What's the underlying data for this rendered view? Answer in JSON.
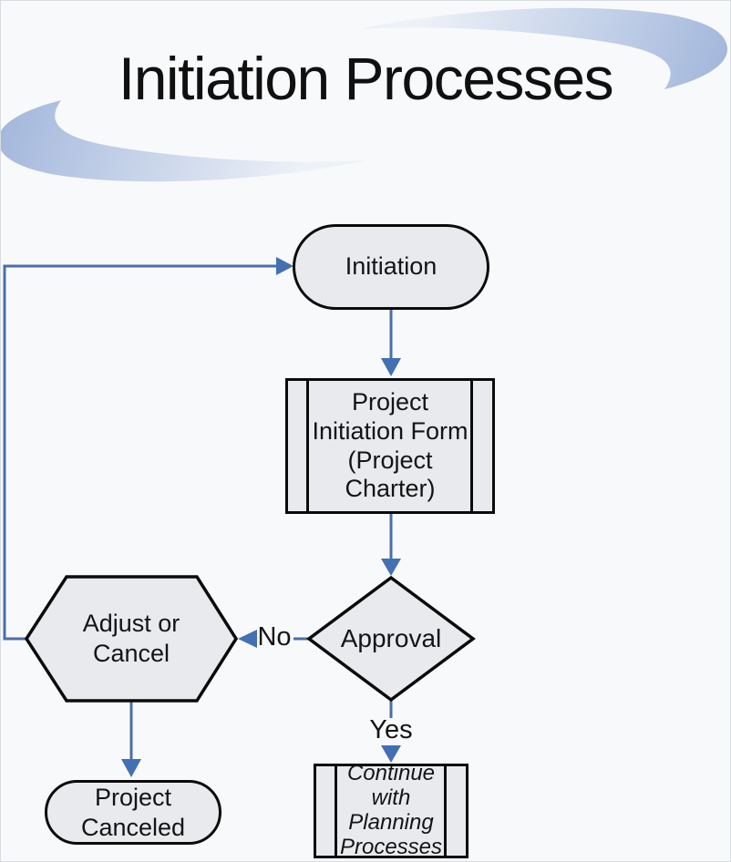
{
  "title": "Initiation Processes",
  "colors": {
    "background": "#f8f9fa",
    "node_fill": "#e9eaee",
    "node_border": "#0b0b0b",
    "connector_blue": "#4a6fa8",
    "arrow_blue": "#4270b2",
    "swoosh_light": "#edf1f8",
    "swoosh_dark": "#a4b8dc"
  },
  "nodes": {
    "initiation": {
      "label": "Initiation",
      "shape": "terminator"
    },
    "project_initiation_form": {
      "label": "Project\nInitiation Form\n(Project\nCharter)",
      "shape": "predefined-process"
    },
    "approval": {
      "label": "Approval",
      "shape": "decision"
    },
    "adjust_or_cancel": {
      "label": "Adjust or\nCancel",
      "shape": "hexagon"
    },
    "project_canceled": {
      "label": "Project\nCanceled",
      "shape": "terminator"
    },
    "continue_planning": {
      "label": "Continue\nwith\nPlanning\nProcesses",
      "shape": "predefined-process"
    }
  },
  "edge_labels": {
    "no": "No",
    "yes": "Yes"
  }
}
